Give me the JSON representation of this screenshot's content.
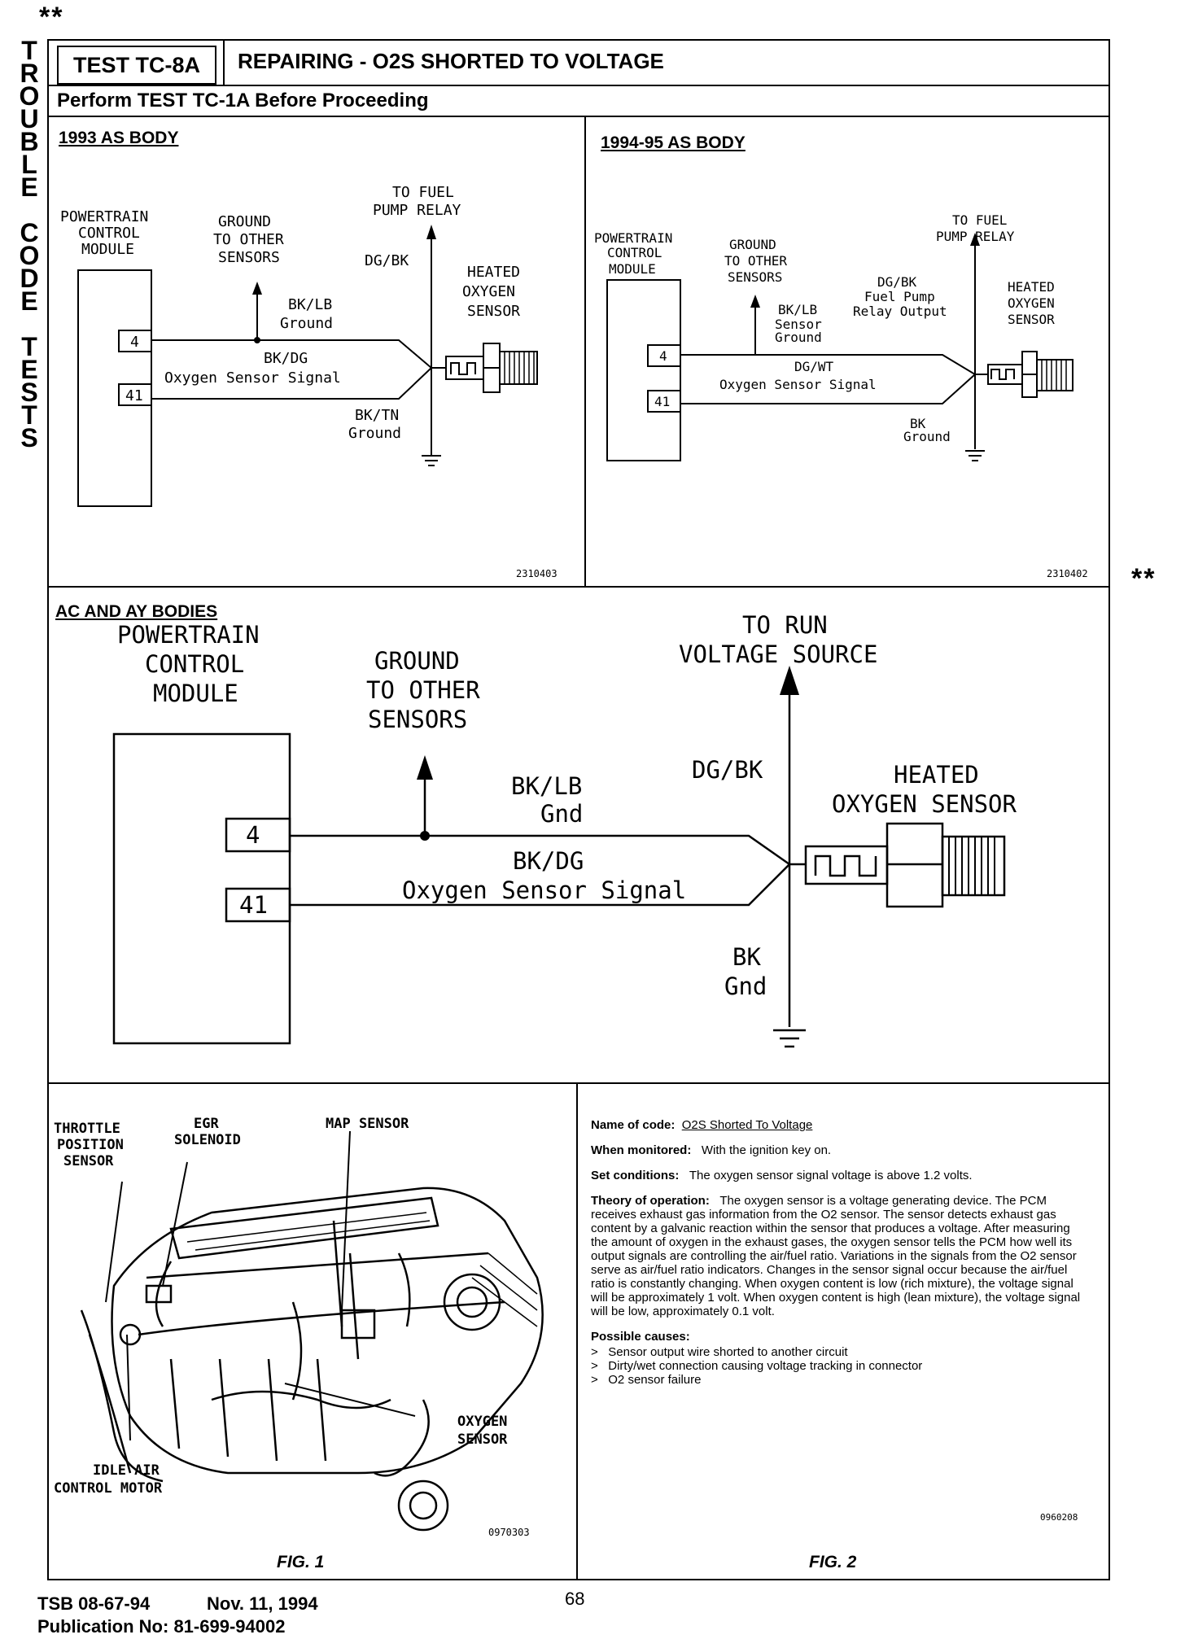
{
  "margin": {
    "sidebar_letters": [
      "T",
      "R",
      "O",
      "U",
      "B",
      "L",
      "E",
      " ",
      "C",
      "O",
      "D",
      "E",
      " ",
      "T",
      "E",
      "S",
      "T",
      "S"
    ],
    "stars_top": "**",
    "stars_right": "**"
  },
  "header": {
    "test_id": "TEST TC-8A",
    "title": "REPAIRING - O2S SHORTED TO VOLTAGE",
    "subtitle": "Perform TEST TC-1A Before Proceeding"
  },
  "diagram_1993": {
    "section_title": "1993 AS BODY",
    "module": [
      "POWERTRAIN",
      "CONTROL",
      "MODULE"
    ],
    "ground_label": [
      "GROUND",
      "TO OTHER",
      "SENSORS"
    ],
    "fuel_label": [
      "TO FUEL",
      "PUMP RELAY"
    ],
    "sensor_label": [
      "HEATED",
      "OXYGEN",
      "SENSOR"
    ],
    "pin_a": "4",
    "pin_b": "41",
    "wire_top": "DG/BK",
    "wire_gnd": [
      "BK/LB",
      "Ground"
    ],
    "wire_sig": [
      "BK/DG",
      "Oxygen Sensor Signal"
    ],
    "wire_bottom": [
      "BK/TN",
      "Ground"
    ],
    "code": "2310403"
  },
  "diagram_1994": {
    "section_title": "1994-95 AS BODY",
    "module": [
      "POWERTRAIN",
      "CONTROL",
      "MODULE"
    ],
    "ground_label": [
      "GROUND",
      "TO OTHER",
      "SENSORS"
    ],
    "fuel_label": [
      "TO FUEL",
      "PUMP RELAY"
    ],
    "sensor_label": [
      "HEATED",
      "OXYGEN",
      "SENSOR"
    ],
    "pin_a": "4",
    "pin_b": "41",
    "wire_top": [
      "DG/BK",
      "Fuel Pump",
      "Relay Output"
    ],
    "wire_gnd": [
      "BK/LB",
      "Sensor",
      "Ground"
    ],
    "wire_sig": [
      "DG/WT",
      "Oxygen Sensor Signal"
    ],
    "wire_bottom": [
      "BK",
      "Ground"
    ],
    "code": "2310402"
  },
  "diagram_ac": {
    "section_title": "AC AND AY BODIES",
    "module": [
      "POWERTRAIN",
      "CONTROL",
      "MODULE"
    ],
    "ground_label": [
      "GROUND",
      "TO OTHER",
      "SENSORS"
    ],
    "top_label": [
      "TO RUN",
      "VOLTAGE SOURCE"
    ],
    "sensor_label": [
      "HEATED",
      "OXYGEN SENSOR"
    ],
    "pin_a": "4",
    "pin_b": "41",
    "wire_top": "DG/BK",
    "wire_gnd": [
      "BK/LB",
      "Gnd"
    ],
    "wire_sig": [
      "BK/DG",
      "Oxygen Sensor Signal"
    ],
    "wire_bottom": [
      "BK",
      "Gnd"
    ]
  },
  "fig1": {
    "labels": {
      "tps": [
        "THROTTLE",
        "POSITION",
        "SENSOR"
      ],
      "egr": [
        "EGR",
        "SOLENOID"
      ],
      "map": "MAP SENSOR",
      "oxygen": [
        "OXYGEN",
        "SENSOR"
      ],
      "iac": [
        "IDLE AIR",
        "CONTROL MOTOR"
      ]
    },
    "code": "0970303",
    "caption": "FIG. 1"
  },
  "fig2": {
    "name_label": "Name of code:",
    "name_value": "O2S Shorted To Voltage",
    "monitored_label": "When monitored:",
    "monitored_value": "With the ignition key on.",
    "set_label": "Set conditions:",
    "set_value": "The oxygen sensor signal voltage is above 1.2 volts.",
    "theory_label": "Theory of operation:",
    "theory_value": "The oxygen sensor is a voltage generating device. The PCM receives exhaust gas information from the O2 sensor. The sensor detects exhaust gas content by a galvanic reaction within the sensor that produces a voltage. After measuring the amount of oxygen in the exhaust gases, the oxygen sensor tells the PCM how well its output signals are controlling the air/fuel ratio. Variations in the signals from the O2 sensor serve as air/fuel ratio indicators. Changes in the sensor signal occur because the air/fuel ratio is constantly changing. When oxygen content is low (rich mixture), the voltage signal will be approximately 1 volt. When oxygen content is high (lean mixture), the voltage signal will be low, approximately 0.1 volt.",
    "causes_label": "Possible causes:",
    "causes": [
      "Sensor output wire shorted to another circuit",
      "Dirty/wet connection causing voltage tracking in connector",
      "O2 sensor failure"
    ],
    "code": "0960208",
    "caption": "FIG. 2"
  },
  "footer": {
    "tsb": "TSB 08-67-94",
    "date": "Nov. 11, 1994",
    "page": "68",
    "publication": "Publication No:  81-699-94002"
  }
}
